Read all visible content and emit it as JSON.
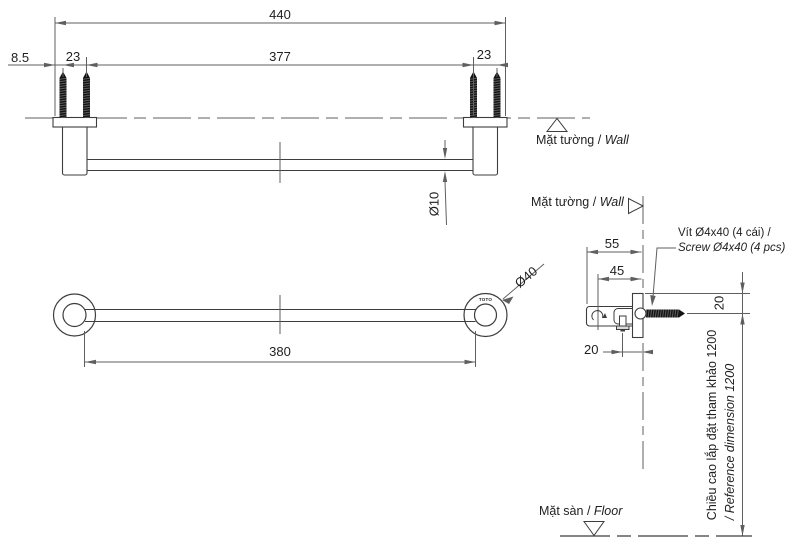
{
  "dims": {
    "d440": "440",
    "d377": "377",
    "d85": "8.5",
    "d23l": "23",
    "d23r": "23",
    "d10": "Ø10",
    "d40": "Ø40",
    "d380": "380",
    "d55": "55",
    "d45": "45",
    "d20side": "20",
    "d20plate": "20"
  },
  "labels": {
    "wall_vi": "Mặt tường",
    "sep": " / ",
    "wall_en": "Wall",
    "floor_vi": "Mặt sàn",
    "floor_en": "Floor",
    "screw_note_line1": "Vít Ø4x40 (4 cái) /",
    "screw_note_line2": "Screw Ø4x40 (4 pcs)",
    "height_note_vi": "Chiều cao lắp đặt tham khảo 1200",
    "height_note_en": "/ Reference dimension 1200",
    "logo": "TOTO"
  },
  "colors": {
    "line": "#3d3d3d",
    "dim": "#5f5f5f",
    "screw": "#141414",
    "text": "#1f1f1f"
  }
}
